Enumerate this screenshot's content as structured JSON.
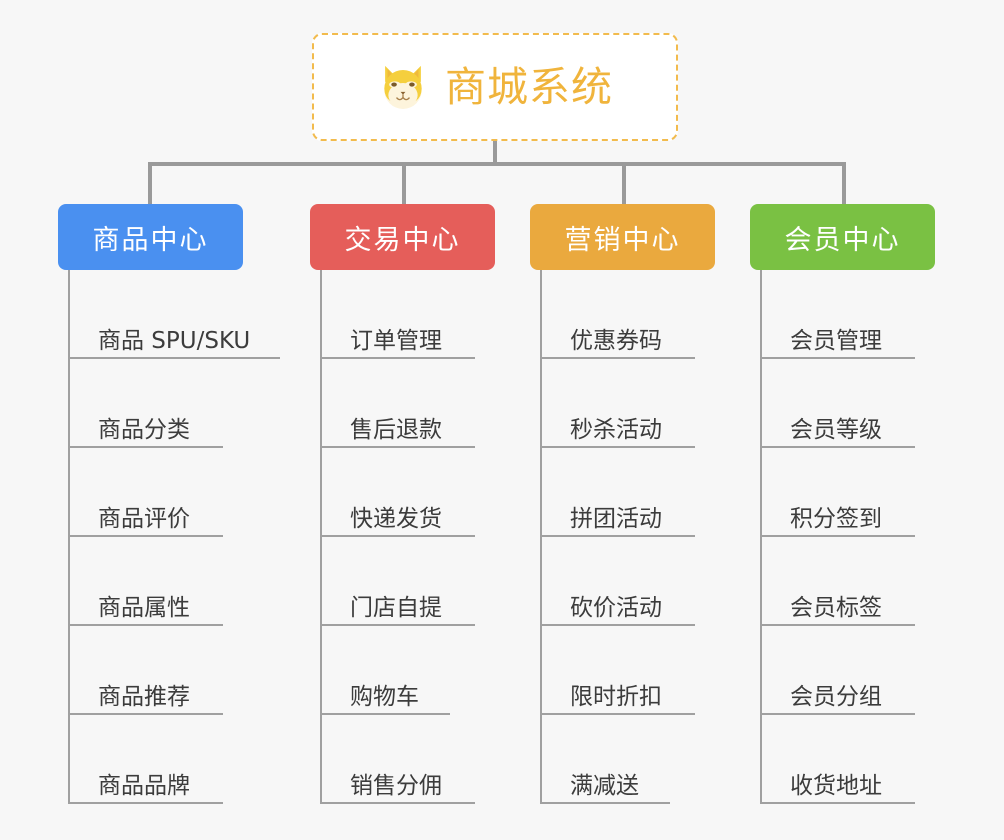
{
  "background_color": "#f7f7f7",
  "root": {
    "title": "商城系统",
    "icon": "shiba-dog-face-icon",
    "text_color": "#f0b43c",
    "border_color": "#f2bb4d",
    "background_color": "#ffffff"
  },
  "connector_color": "#9a9a9a",
  "columns": [
    {
      "label": "商品中心",
      "color": "#4a90f0",
      "items": [
        "商品 SPU/SKU",
        "商品分类",
        "商品评价",
        "商品属性",
        "商品推荐",
        "商品品牌"
      ]
    },
    {
      "label": "交易中心",
      "color": "#e55e5a",
      "items": [
        "订单管理",
        "售后退款",
        "快递发货",
        "门店自提",
        "购物车",
        "销售分佣"
      ]
    },
    {
      "label": "营销中心",
      "color": "#eaa93e",
      "items": [
        "优惠券码",
        "秒杀活动",
        "拼团活动",
        "砍价活动",
        "限时折扣",
        "满减送"
      ]
    },
    {
      "label": "会员中心",
      "color": "#7ac143",
      "items": [
        "会员管理",
        "会员等级",
        "积分签到",
        "会员标签",
        "会员分组",
        "收货地址"
      ]
    }
  ]
}
